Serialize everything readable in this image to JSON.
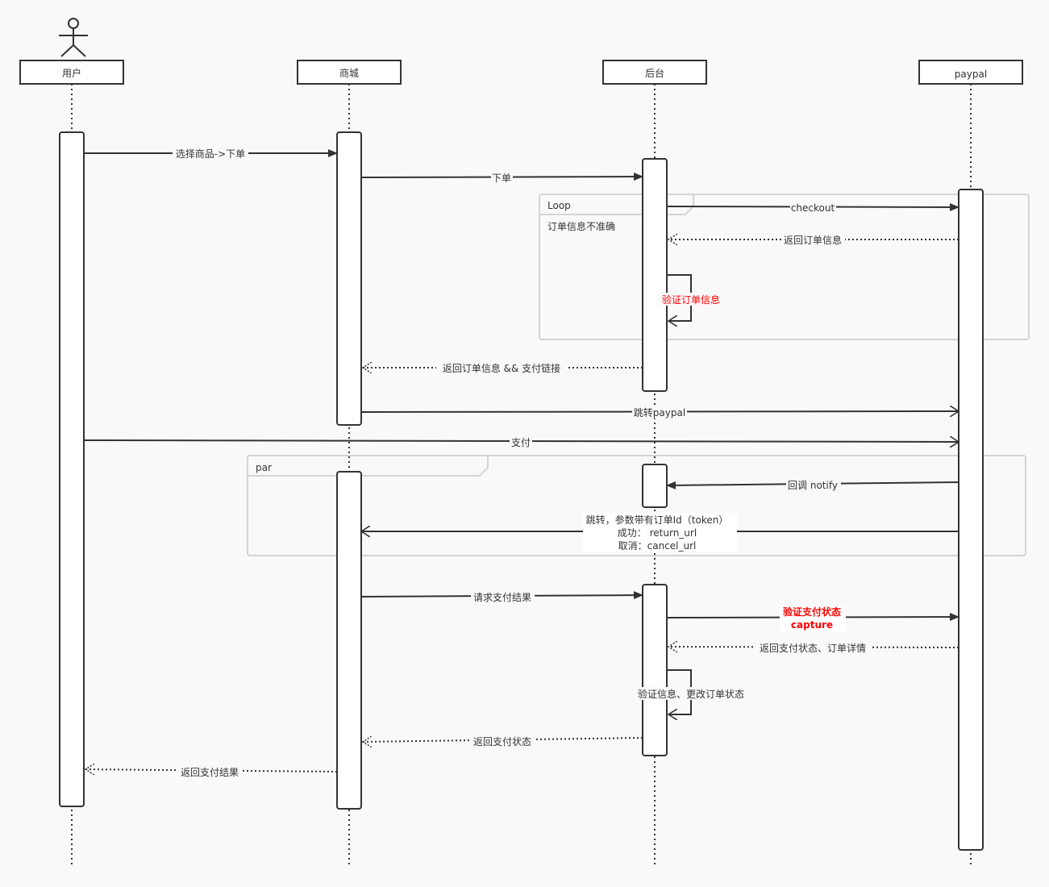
{
  "participants": [
    "用户",
    "商城",
    "后台",
    "paypal"
  ],
  "fragments": {
    "loop": {
      "label": "Loop",
      "condition": "订单信息不准确"
    },
    "par": {
      "label": "par"
    }
  },
  "messages": [
    "选择商品->下单",
    "下单",
    "checkout",
    "返回订单信息",
    "验证订单信息",
    "返回订单信息 && 支付链接",
    "跳转paypal",
    "支付",
    "回调 notify",
    [
      "跳转，参数带有订单Id（token）",
      "成功： return_url",
      "取消：cancel_url"
    ],
    "请求支付结果",
    [
      "验证支付状态",
      "capture"
    ],
    "返回支付状态、订单详情",
    "验证信息、更改订单状态",
    "返回支付状态",
    "返回支付结果"
  ],
  "colors": {
    "highlight": "#ff0000",
    "line": "#333333"
  }
}
